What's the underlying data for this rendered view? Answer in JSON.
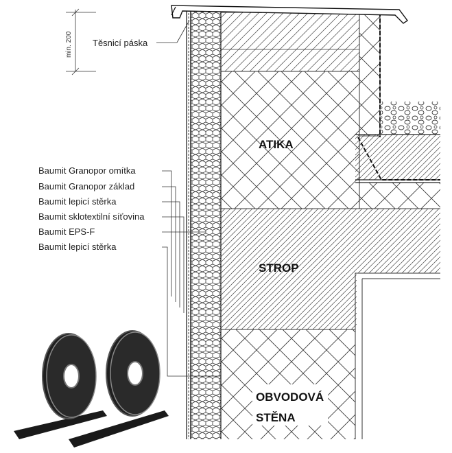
{
  "dimension": {
    "text": "min. 200"
  },
  "callout": {
    "tape": "Těsnicí páska"
  },
  "layers": [
    "Baumit Granopor omítka",
    "Baumit Granopor základ",
    "Baumit lepicí stěrka",
    "Baumit sklotextilní síťovina",
    "Baumit EPS-F",
    "Baumit lepicí stěrka"
  ],
  "zones": {
    "attic": "ATIKA",
    "ceiling": "STROP",
    "wall_line1": "OBVODOVÁ",
    "wall_line2": "STĚNA"
  },
  "icons": [
    "tape-roll-icon"
  ],
  "colors": {
    "line": "#222222",
    "tape": "#1a1a1a",
    "tape_face": "#2a2a2a"
  }
}
